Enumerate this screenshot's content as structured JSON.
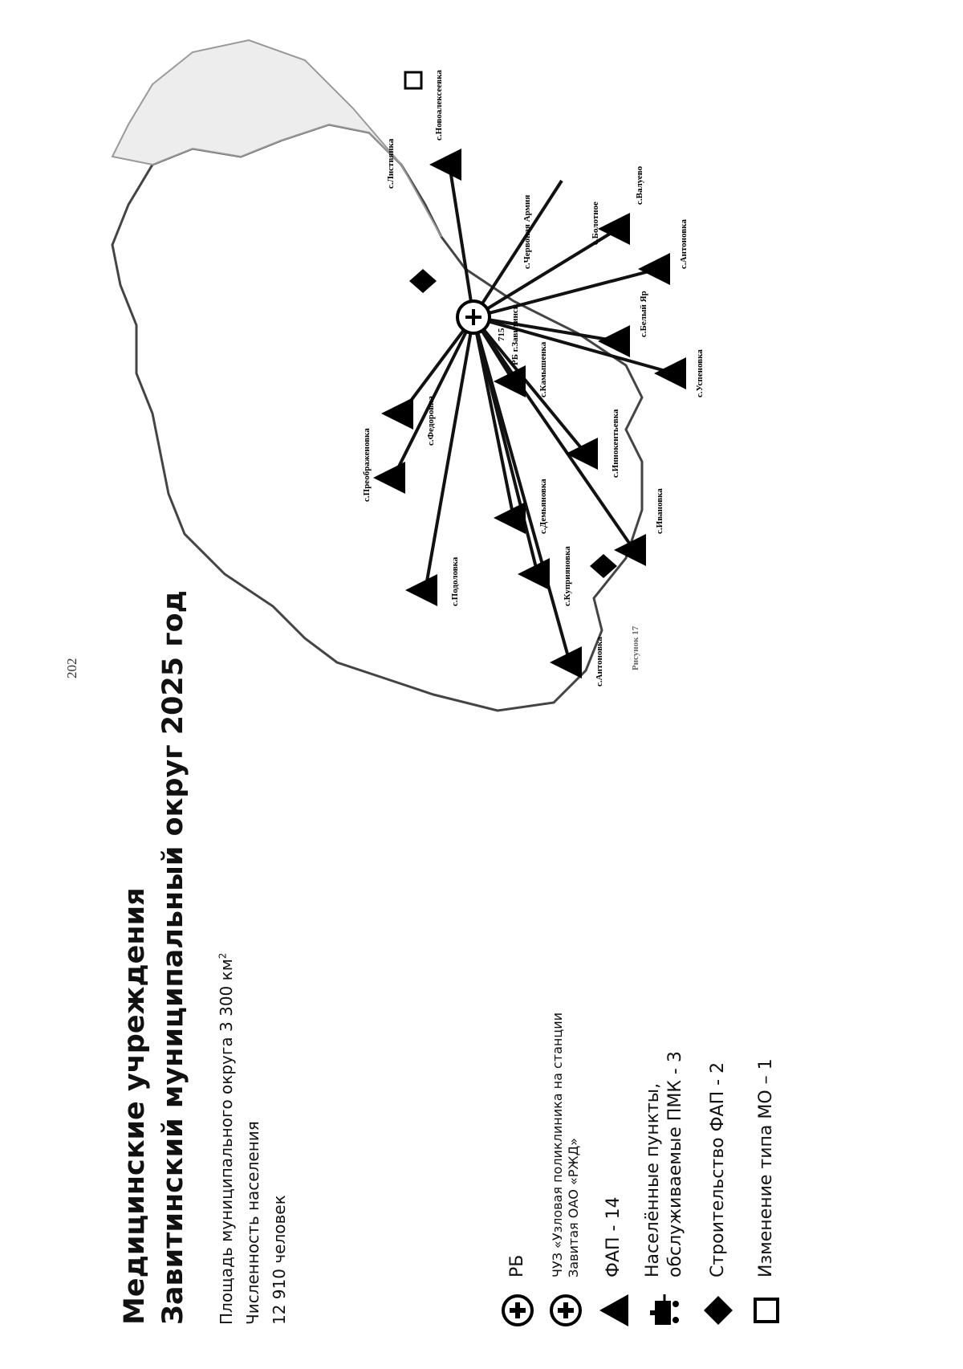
{
  "page_number": "202",
  "title_line1": "Медицинские учреждения",
  "title_line2": "Завитинский муниципальный округ 2025 год",
  "info": {
    "area": "Площадь муниципального округа 3 300",
    "area_unit": "км",
    "population_label": "Численность населения",
    "population_value": "12 910 человек"
  },
  "legend": [
    {
      "icon": "plus-circle-icon",
      "label": "РБ"
    },
    {
      "icon": "plus-circle-icon",
      "label_line1": "ЧУЗ «Узловая поликлиника на станции",
      "label_line2": "Завитая ОАО «РЖД»"
    },
    {
      "icon": "triangle-icon",
      "label": "ФАП - 14"
    },
    {
      "icon": "mobile-clinic-icon",
      "label_line1": "Населённые пункты,",
      "label_line2": "обслуживаемые ПМК - 3"
    },
    {
      "icon": "diamond-icon",
      "label": "Строительство ФАП - 2"
    },
    {
      "icon": "square-icon",
      "label": "Изменение типа МО – 1"
    }
  ],
  "map": {
    "center_label": "РБ г.Завитинск",
    "center_code": "715",
    "caption": "Рисунок 17",
    "settlements": [
      "с.Новоалексеевка",
      "с.Белый Яр",
      "с.Антоновка",
      "с.Успеновка",
      "с.Камышенка",
      "с.Иннокентьевка",
      "с.Ивановка",
      "с.Демьяновка",
      "с.Куприяновка",
      "с.Подоловка",
      "с.Федоровка",
      "с.Преображеновка",
      "с.Антоновка",
      "с.Болотное",
      "с.Червоная Армия",
      "с.Листвянка",
      "с.Валуево"
    ]
  }
}
